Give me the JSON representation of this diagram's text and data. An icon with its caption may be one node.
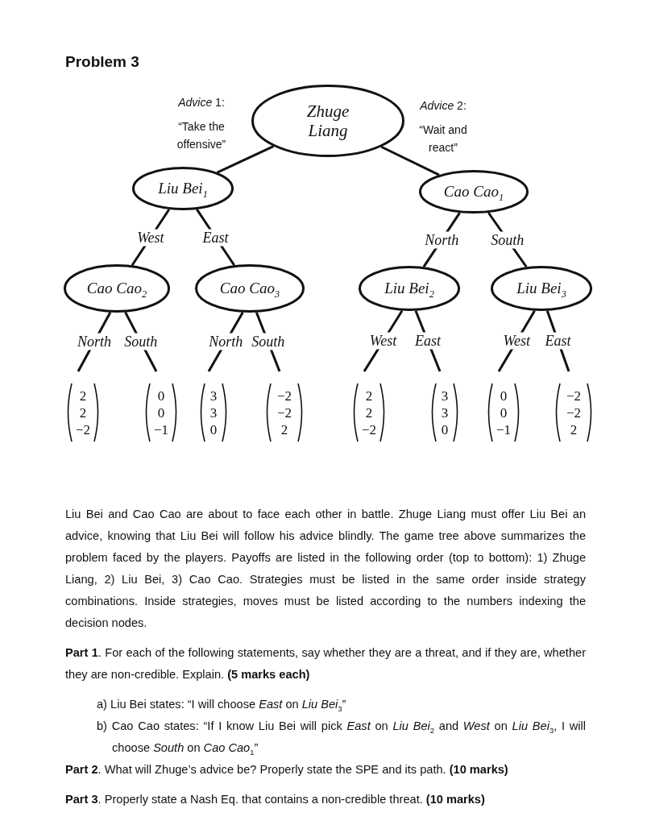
{
  "diagram": {
    "title": "Problem 3",
    "nodes": [
      {
        "text": [
          "Zhuge Liang"
        ]
      },
      {
        "text": [
          "Liu Bei$_{1}$"
        ]
      },
      {
        "text": [
          "Cao Cao$_{1}$"
        ]
      },
      {
        "text": [
          "Cao Cao$_{2}$"
        ]
      },
      {
        "text": [
          "Cao Cao$_{3}$"
        ]
      },
      {
        "text": [
          "Liu Bei$_{2}$"
        ]
      },
      {
        "text": [
          "Liu Bei$_{3}$"
        ]
      },
      {
        "text": [
          "2",
          "2",
          "−2"
        ]
      },
      {
        "text": [
          "0",
          "0",
          "−1"
        ]
      },
      {
        "text": [
          "3",
          "3",
          "0"
        ]
      },
      {
        "text": [
          "−2",
          "−2",
          "2"
        ]
      },
      {
        "text": [
          "2",
          "2",
          "−2"
        ]
      },
      {
        "text": [
          "3",
          "3",
          "0"
        ]
      },
      {
        "text": [
          "0",
          "0",
          "−1"
        ]
      },
      {
        "text": [
          "−2",
          "−2",
          "2"
        ]
      }
    ],
    "edges": [
      {
        "from": 0,
        "to": 1,
        "arrow": "none"
      },
      {
        "from": 0,
        "to": 2,
        "arrow": "none"
      },
      {
        "from": 1,
        "to": 3,
        "arrow": "none",
        "label": "West"
      },
      {
        "from": 1,
        "to": 4,
        "arrow": "none",
        "label": "East"
      },
      {
        "from": 2,
        "to": 5,
        "arrow": "none",
        "label": "North"
      },
      {
        "from": 2,
        "to": 6,
        "arrow": "none",
        "label": "South"
      },
      {
        "from": 3,
        "to": 7,
        "arrow": "none",
        "label": "North"
      },
      {
        "from": 3,
        "to": 8,
        "arrow": "none",
        "label": "South"
      },
      {
        "from": 4,
        "to": 9,
        "arrow": "none",
        "label": "North"
      },
      {
        "from": 4,
        "to": 10,
        "arrow": "none",
        "label": "South"
      },
      {
        "from": 5,
        "to": 11,
        "arrow": "none",
        "label": "West"
      },
      {
        "from": 5,
        "to": 12,
        "arrow": "none",
        "label": "East"
      },
      {
        "from": 6,
        "to": 13,
        "arrow": "none",
        "label": "West"
      },
      {
        "from": 6,
        "to": 14,
        "arrow": "none",
        "label": "East"
      }
    ],
    "labels": [
      "*Advice* 1:",
      "“Take the offensive”",
      "*Advice* 2:",
      "“Wait and react”",
      "Liu Bei and Cao Cao are about to face each other in battle. Zhuge Liang must offer Liu Bei an advice, knowing that Liu Bei will follow his advice blindly. The game tree above summarizes the problem faced by the players. Payoffs are listed in the following order (top to bottom): 1) Zhuge Liang, 2) Liu Bei, 3) Cao Cao. Strategies must be listed in the same order inside strategy combinations. Inside strategies, moves must be listed according to the numbers indexing the decision nodes.",
      "**Part 1**. For each of the following statements, say whether they are a threat, and if they are, whether they are non-credible. Explain. **(5 marks each)**",
      "a) Liu Bei states: “I will choose *East* on *Liu Bei*$_{3}$”",
      "b) Cao Cao states: “If I know Liu Bei will pick *East* on *Liu Bei*$_{2}$ and *West* on *Liu Bei*$_{3}$, I will choose *South* on *Cao Cao*$_{1}$”",
      "**Part 2**. What will Zhuge’s advice be? Properly state the SPE and its path. **(10 marks)**",
      "**Part 3**. Properly state a Nash Eq. that contains a non-credible threat. **(10 marks)**"
    ]
  }
}
